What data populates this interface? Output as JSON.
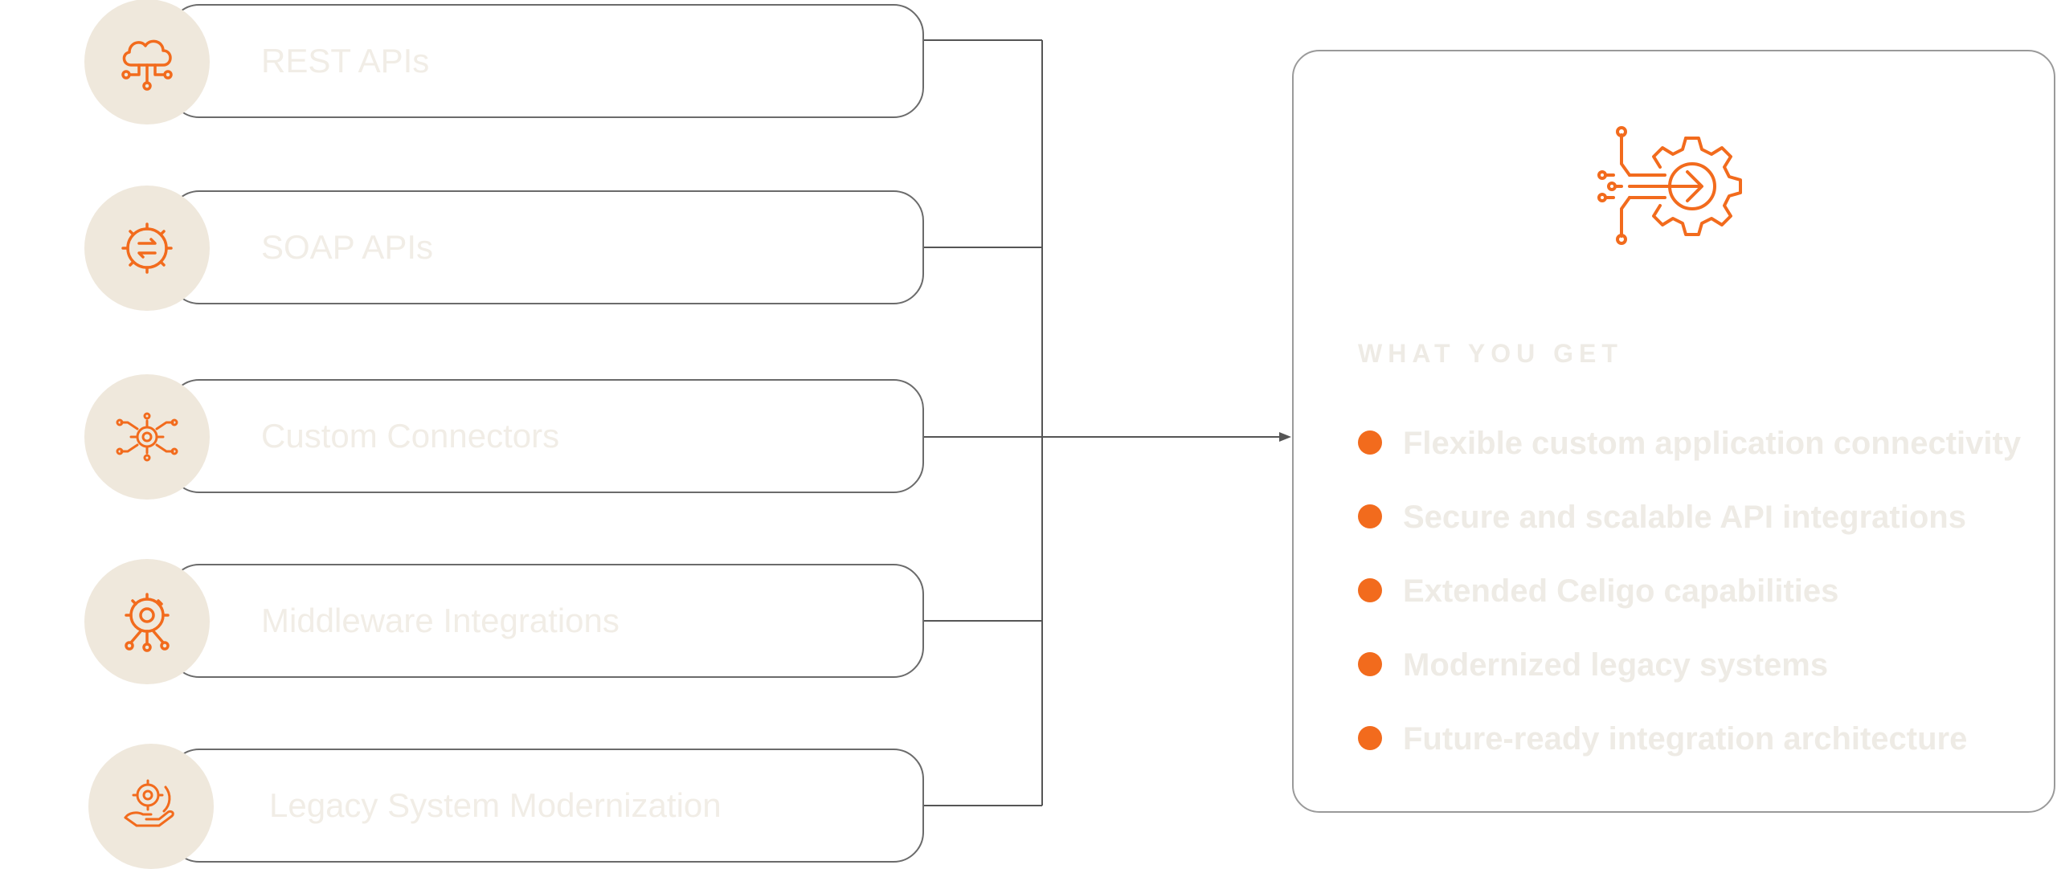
{
  "colors": {
    "accent": "#f26b1d",
    "icon_bg": "#efe8dc",
    "label_text": "#f1ede6",
    "connector": "#555555"
  },
  "sources": [
    {
      "label": "REST APIs",
      "icon": "cloud-network-icon"
    },
    {
      "label": "SOAP APIs",
      "icon": "gear-exchange-icon"
    },
    {
      "label": "Custom Connectors",
      "icon": "chip-network-icon"
    },
    {
      "label": "Middleware Integrations",
      "icon": "gear-nodes-icon"
    },
    {
      "label": "Legacy System Modernization",
      "icon": "hand-gear-icon"
    }
  ],
  "outcomes": {
    "icon": "gear-arrow-circuit-icon",
    "heading": "WHAT YOU GET",
    "items": [
      "Flexible custom application connectivity",
      "Secure and scalable API integrations",
      "Extended Celigo capabilities",
      "Modernized legacy systems",
      "Future-ready integration architecture"
    ]
  }
}
